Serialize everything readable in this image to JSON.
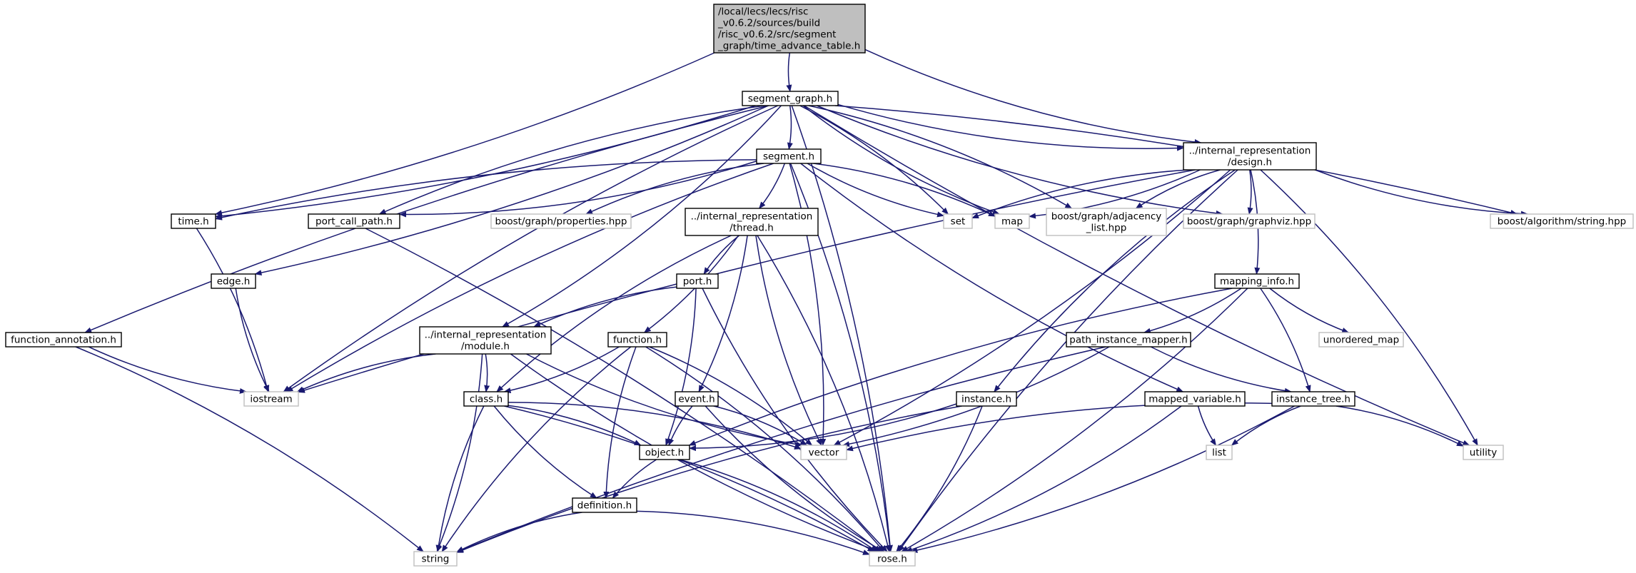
{
  "colors": {
    "edge": "#191970",
    "root_fill": "#bfbfbf",
    "root_stroke": "#000000",
    "internal_stroke": "#000000",
    "external_stroke": "#bfbfbf",
    "external_text": "#000000"
  },
  "nodes": [
    {
      "id": "root",
      "lines": [
        "/local/lecs/lecs/risc",
        "_v0.6.2/sources/build",
        "/risc_v0.6.2/src/segment",
        "_graph/time_advance_table.h"
      ],
      "kind": "root"
    },
    {
      "id": "segment_graph",
      "lines": [
        "segment_graph.h"
      ],
      "kind": "internal"
    },
    {
      "id": "segment",
      "lines": [
        "segment.h"
      ],
      "kind": "internal"
    },
    {
      "id": "design",
      "lines": [
        "../internal_representation",
        "/design.h"
      ],
      "kind": "internal"
    },
    {
      "id": "time",
      "lines": [
        "time.h"
      ],
      "kind": "internal"
    },
    {
      "id": "port_call_path",
      "lines": [
        "port_call_path.h"
      ],
      "kind": "internal"
    },
    {
      "id": "boost_props",
      "lines": [
        "boost/graph/properties.hpp"
      ],
      "kind": "external"
    },
    {
      "id": "thread",
      "lines": [
        "../internal_representation",
        "/thread.h"
      ],
      "kind": "internal"
    },
    {
      "id": "set",
      "lines": [
        "set"
      ],
      "kind": "external"
    },
    {
      "id": "map",
      "lines": [
        "map"
      ],
      "kind": "external"
    },
    {
      "id": "adjacency",
      "lines": [
        "boost/graph/adjacency",
        "_list.hpp"
      ],
      "kind": "external"
    },
    {
      "id": "graphviz",
      "lines": [
        "boost/graph/graphviz.hpp"
      ],
      "kind": "external"
    },
    {
      "id": "algorithm",
      "lines": [
        "boost/algorithm/string.hpp"
      ],
      "kind": "external"
    },
    {
      "id": "edge",
      "lines": [
        "edge.h"
      ],
      "kind": "internal"
    },
    {
      "id": "port",
      "lines": [
        "port.h"
      ],
      "kind": "internal"
    },
    {
      "id": "mapping_info",
      "lines": [
        "mapping_info.h"
      ],
      "kind": "internal"
    },
    {
      "id": "function_annotation",
      "lines": [
        "function_annotation.h"
      ],
      "kind": "internal"
    },
    {
      "id": "module",
      "lines": [
        "../internal_representation",
        "/module.h"
      ],
      "kind": "internal"
    },
    {
      "id": "function",
      "lines": [
        "function.h"
      ],
      "kind": "internal"
    },
    {
      "id": "path_instance_mapper",
      "lines": [
        "path_instance_mapper.h"
      ],
      "kind": "internal"
    },
    {
      "id": "unordered_map",
      "lines": [
        "unordered_map"
      ],
      "kind": "external"
    },
    {
      "id": "iostream",
      "lines": [
        "iostream"
      ],
      "kind": "external"
    },
    {
      "id": "class",
      "lines": [
        "class.h"
      ],
      "kind": "internal"
    },
    {
      "id": "event",
      "lines": [
        "event.h"
      ],
      "kind": "internal"
    },
    {
      "id": "instance",
      "lines": [
        "instance.h"
      ],
      "kind": "internal"
    },
    {
      "id": "mapped_variable",
      "lines": [
        "mapped_variable.h"
      ],
      "kind": "internal"
    },
    {
      "id": "instance_tree",
      "lines": [
        "instance_tree.h"
      ],
      "kind": "internal"
    },
    {
      "id": "object",
      "lines": [
        "object.h"
      ],
      "kind": "internal"
    },
    {
      "id": "vector",
      "lines": [
        "vector"
      ],
      "kind": "external"
    },
    {
      "id": "list",
      "lines": [
        "list"
      ],
      "kind": "external"
    },
    {
      "id": "utility",
      "lines": [
        "utility"
      ],
      "kind": "external"
    },
    {
      "id": "definition",
      "lines": [
        "definition.h"
      ],
      "kind": "internal"
    },
    {
      "id": "string",
      "lines": [
        "string"
      ],
      "kind": "external"
    },
    {
      "id": "rose",
      "lines": [
        "rose.h"
      ],
      "kind": "external"
    }
  ],
  "edges": [
    [
      "root",
      "segment_graph"
    ],
    [
      "root",
      "time"
    ],
    [
      "root",
      "design"
    ],
    [
      "segment_graph",
      "segment"
    ],
    [
      "segment_graph",
      "design"
    ],
    [
      "segment_graph",
      "time"
    ],
    [
      "segment_graph",
      "port_call_path"
    ],
    [
      "segment_graph",
      "edge"
    ],
    [
      "segment_graph",
      "function_annotation"
    ],
    [
      "segment_graph",
      "module"
    ],
    [
      "segment_graph",
      "iostream"
    ],
    [
      "segment_graph",
      "set"
    ],
    [
      "segment_graph",
      "map"
    ],
    [
      "segment_graph",
      "adjacency"
    ],
    [
      "segment_graph",
      "graphviz"
    ],
    [
      "segment_graph",
      "algorithm"
    ],
    [
      "segment_graph",
      "utility"
    ],
    [
      "segment_graph",
      "rose"
    ],
    [
      "segment",
      "time"
    ],
    [
      "segment",
      "port_call_path"
    ],
    [
      "segment",
      "boost_props"
    ],
    [
      "segment",
      "thread"
    ],
    [
      "segment",
      "set"
    ],
    [
      "segment",
      "map"
    ],
    [
      "segment",
      "iostream"
    ],
    [
      "segment",
      "vector"
    ],
    [
      "segment",
      "mapped_variable"
    ],
    [
      "segment",
      "rose"
    ],
    [
      "design",
      "set"
    ],
    [
      "design",
      "map"
    ],
    [
      "design",
      "adjacency"
    ],
    [
      "design",
      "graphviz"
    ],
    [
      "design",
      "algorithm"
    ],
    [
      "design",
      "mapping_info"
    ],
    [
      "design",
      "instance"
    ],
    [
      "design",
      "utility"
    ],
    [
      "design",
      "iostream"
    ],
    [
      "design",
      "vector"
    ],
    [
      "design",
      "rose"
    ],
    [
      "time",
      "iostream"
    ],
    [
      "edge",
      "iostream"
    ],
    [
      "port_call_path",
      "rose"
    ],
    [
      "thread",
      "port"
    ],
    [
      "thread",
      "function"
    ],
    [
      "thread",
      "class"
    ],
    [
      "thread",
      "event"
    ],
    [
      "thread",
      "vector"
    ],
    [
      "thread",
      "rose"
    ],
    [
      "port",
      "module"
    ],
    [
      "port",
      "object"
    ],
    [
      "port",
      "rose"
    ],
    [
      "mapping_info",
      "path_instance_mapper"
    ],
    [
      "mapping_info",
      "unordered_map"
    ],
    [
      "mapping_info",
      "instance_tree"
    ],
    [
      "mapping_info",
      "object"
    ],
    [
      "mapping_info",
      "rose"
    ],
    [
      "function_annotation",
      "iostream"
    ],
    [
      "function_annotation",
      "string"
    ],
    [
      "module",
      "iostream"
    ],
    [
      "module",
      "class"
    ],
    [
      "module",
      "vector"
    ],
    [
      "module",
      "string"
    ],
    [
      "module",
      "rose"
    ],
    [
      "function",
      "class"
    ],
    [
      "function",
      "definition"
    ],
    [
      "function",
      "vector"
    ],
    [
      "function",
      "string"
    ],
    [
      "function",
      "rose"
    ],
    [
      "path_instance_mapper",
      "instance_tree"
    ],
    [
      "path_instance_mapper",
      "vector"
    ],
    [
      "path_instance_mapper",
      "string"
    ],
    [
      "class",
      "object"
    ],
    [
      "class",
      "definition"
    ],
    [
      "class",
      "vector"
    ],
    [
      "class",
      "string"
    ],
    [
      "class",
      "rose"
    ],
    [
      "event",
      "object"
    ],
    [
      "event",
      "vector"
    ],
    [
      "event",
      "rose"
    ],
    [
      "instance",
      "object"
    ],
    [
      "instance",
      "string"
    ],
    [
      "instance",
      "rose"
    ],
    [
      "mapped_variable",
      "list"
    ],
    [
      "mapped_variable",
      "rose"
    ],
    [
      "instance_tree",
      "list"
    ],
    [
      "instance_tree",
      "utility"
    ],
    [
      "instance_tree",
      "vector"
    ],
    [
      "instance_tree",
      "rose"
    ],
    [
      "object",
      "definition"
    ],
    [
      "object",
      "rose"
    ],
    [
      "definition",
      "string"
    ],
    [
      "definition",
      "rose"
    ]
  ]
}
